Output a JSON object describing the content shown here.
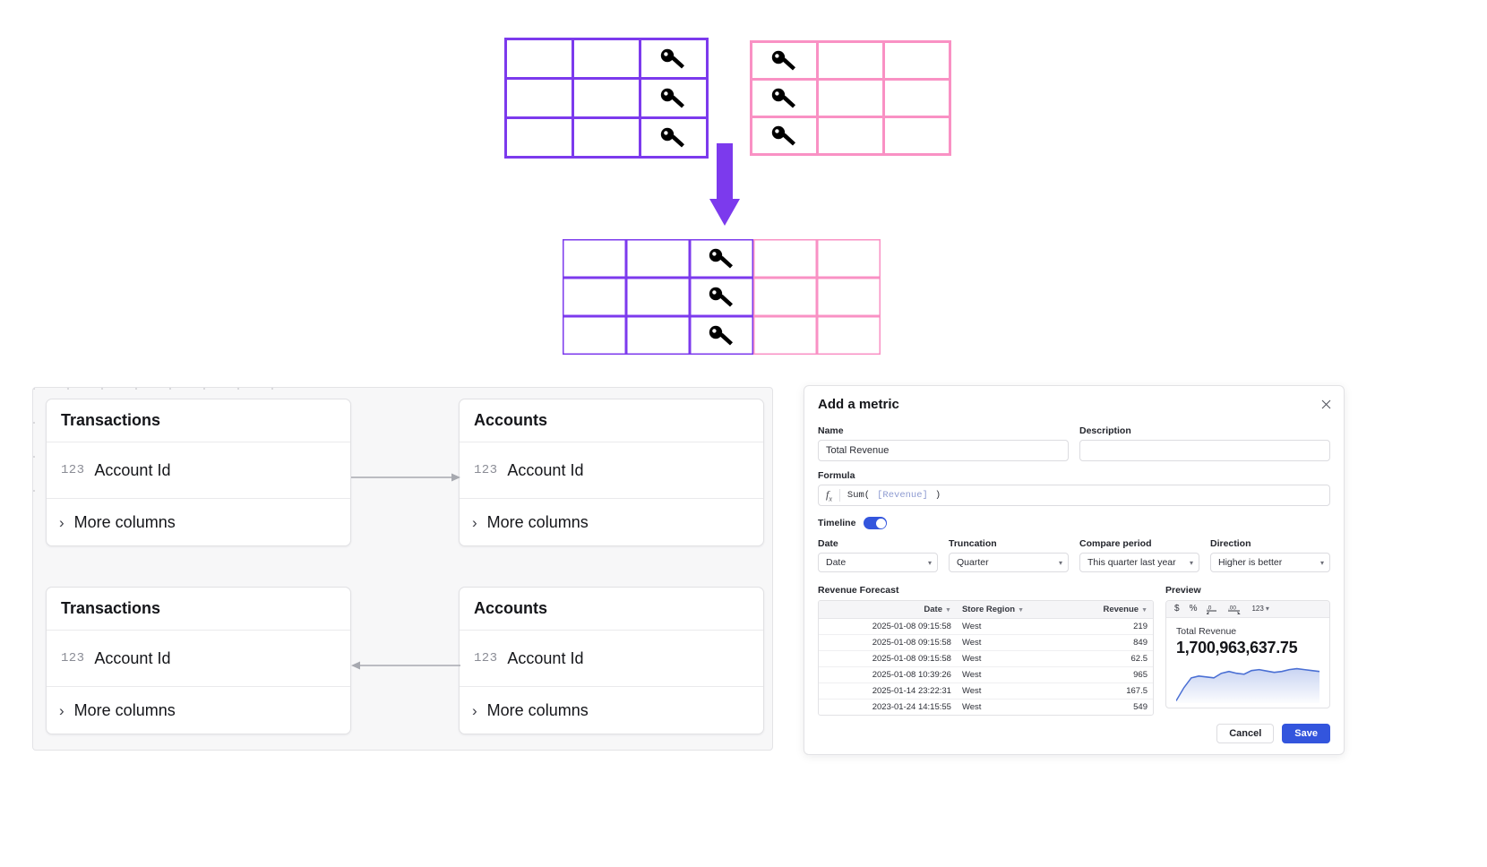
{
  "diagram": {
    "purple_color": "#7C3AED",
    "pink_color": "#F991C4",
    "key_icon": "key-icon",
    "arrow_icon": "arrow-down-icon",
    "purple_table": {
      "rows": 3,
      "cols": 3,
      "key_column": 3
    },
    "pink_table": {
      "rows": 3,
      "cols": 3,
      "key_column": 1
    },
    "merged_table": {
      "rows": 3,
      "cols": 5,
      "key_column": 3,
      "purple_cols": 3,
      "pink_cols": 2
    }
  },
  "relationship_panel": {
    "cards": [
      {
        "title": "Transactions",
        "column_type": "123",
        "column_name": "Account Id",
        "more_label": "More columns",
        "chevron": "›"
      },
      {
        "title": "Accounts",
        "column_type": "123",
        "column_name": "Account Id",
        "more_label": "More columns",
        "chevron": "›"
      },
      {
        "title": "Transactions",
        "column_type": "123",
        "column_name": "Account Id",
        "more_label": "More columns",
        "chevron": "›"
      },
      {
        "title": "Accounts",
        "column_type": "123",
        "column_name": "Account Id",
        "more_label": "More columns",
        "chevron": "›"
      }
    ],
    "links": [
      {
        "direction": "right"
      },
      {
        "direction": "left"
      }
    ]
  },
  "modal": {
    "title": "Add a metric",
    "close_icon": "close-icon",
    "name": {
      "label": "Name",
      "value": "Total Revenue"
    },
    "description": {
      "label": "Description",
      "value": "",
      "placeholder": ""
    },
    "formula": {
      "label": "Formula",
      "fx_icon": "fx-icon",
      "prefix": "Sum(",
      "field_token": "[Revenue]",
      "suffix": ")"
    },
    "timeline": {
      "label": "Timeline",
      "enabled": true,
      "accent": "#3355DD"
    },
    "selects": [
      {
        "label": "Date",
        "value": "Date"
      },
      {
        "label": "Truncation",
        "value": "Quarter"
      },
      {
        "label": "Compare period",
        "value": "This quarter last year"
      },
      {
        "label": "Direction",
        "value": "Higher is better"
      }
    ],
    "table": {
      "label": "Revenue Forecast",
      "columns": [
        "Date",
        "Store Region",
        "Revenue"
      ],
      "rows": [
        [
          "2025-01-08 09:15:58",
          "West",
          "219"
        ],
        [
          "2025-01-08 09:15:58",
          "West",
          "849"
        ],
        [
          "2025-01-08 09:15:58",
          "West",
          "62.5"
        ],
        [
          "2025-01-08 10:39:26",
          "West",
          "965"
        ],
        [
          "2025-01-14 23:22:31",
          "West",
          "167.5"
        ],
        [
          "2023-01-24 14:15:55",
          "West",
          "549"
        ]
      ]
    },
    "preview": {
      "label": "Preview",
      "format_buttons": [
        "currency-icon",
        "percent-icon",
        "decimal-decrease-icon",
        "decimal-increase-icon",
        "number-format-icon"
      ],
      "format_labels": [
        "$",
        "%",
        ".0",
        ".00",
        "123"
      ],
      "metric_name": "Total Revenue",
      "metric_value": "1,700,963,637.75",
      "sparkline_color": "#4A6FD4"
    },
    "footer": {
      "cancel_label": "Cancel",
      "save_label": "Save"
    }
  },
  "chart_data": {
    "type": "area",
    "title": "Total Revenue",
    "xlabel": "",
    "ylabel": "",
    "series": [
      {
        "name": "Total Revenue",
        "values": [
          2,
          30,
          52,
          56,
          54,
          52,
          62,
          66,
          62,
          60,
          68,
          70,
          67,
          64,
          66,
          70,
          72,
          70,
          68,
          66
        ]
      }
    ],
    "x": [
      0,
      1,
      2,
      3,
      4,
      5,
      6,
      7,
      8,
      9,
      10,
      11,
      12,
      13,
      14,
      15,
      16,
      17,
      18,
      19
    ],
    "ylim": [
      0,
      80
    ],
    "grid": false,
    "legend": "none"
  }
}
